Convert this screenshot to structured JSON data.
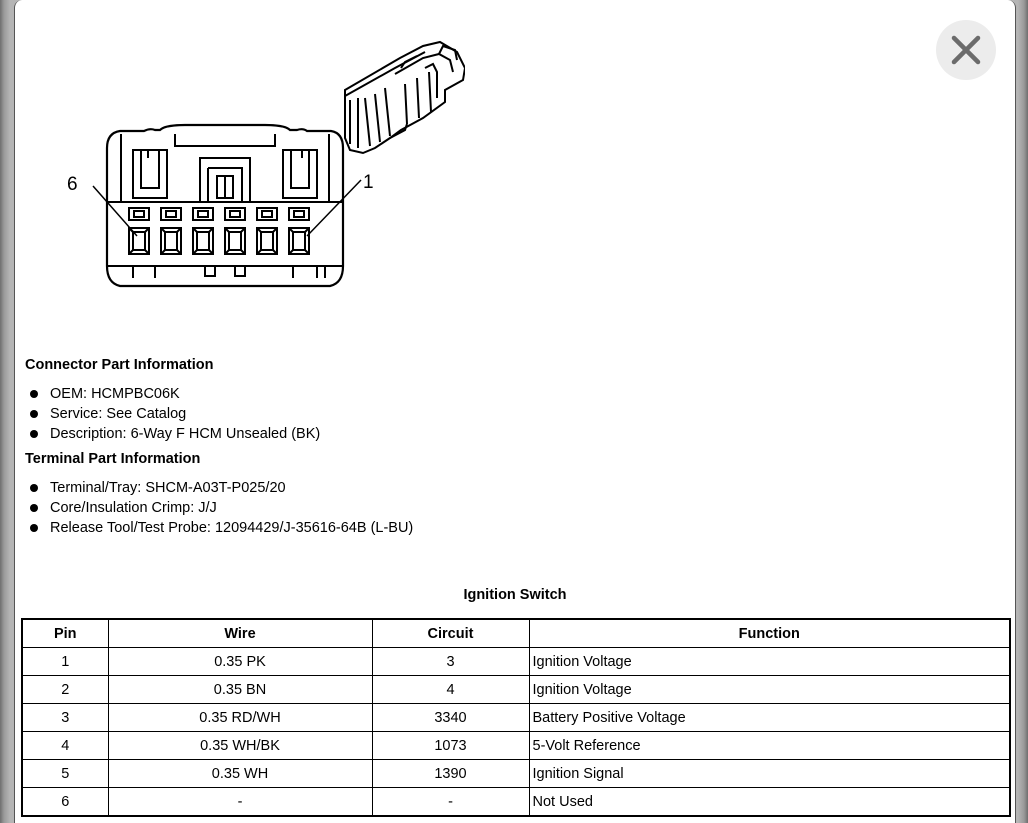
{
  "diagram": {
    "pin_label_left": "6",
    "pin_label_right": "1"
  },
  "connector": {
    "title": "Connector Part Information",
    "items": [
      "OEM: HCMPBC06K",
      "Service: See Catalog",
      "Description: 6-Way F HCM Unsealed (BK)"
    ]
  },
  "terminal": {
    "title": "Terminal Part Information",
    "items": [
      "Terminal/Tray: SHCM-A03T-P025/20",
      "Core/Insulation Crimp: J/J",
      "Release Tool/Test Probe: 12094429/J-35616-64B (L-BU)"
    ]
  },
  "table": {
    "caption": "Ignition Switch",
    "headers": [
      "Pin",
      "Wire",
      "Circuit",
      "Function"
    ],
    "rows": [
      [
        "1",
        "0.35 PK",
        "3",
        "Ignition Voltage"
      ],
      [
        "2",
        "0.35 BN",
        "4",
        "Ignition Voltage"
      ],
      [
        "3",
        "0.35 RD/WH",
        "3340",
        "Battery Positive Voltage"
      ],
      [
        "4",
        "0.35 WH/BK",
        "1073",
        "5-Volt Reference"
      ],
      [
        "5",
        "0.35 WH",
        "1390",
        "Ignition Signal"
      ],
      [
        "6",
        "-",
        "-",
        "Not Used"
      ]
    ]
  },
  "icons": {
    "close": "close-icon"
  }
}
